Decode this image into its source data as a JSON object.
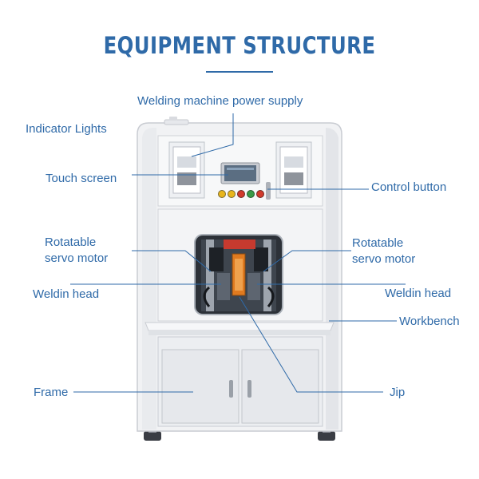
{
  "heading": {
    "title": "EQUIPMENT STRUCTURE"
  },
  "labels": {
    "power_supply": "Welding machine power supply",
    "indicator_lights": "Indicator Lights",
    "touch_screen": "Touch screen",
    "control_button": "Control button",
    "rotatable_left_line1": "Rotatable",
    "rotatable_left_line2": "servo motor",
    "rotatable_right_line1": "Rotatable",
    "rotatable_right_line2": "servo motor",
    "weldin_head_left": "Weldin head",
    "weldin_head_right": "Weldin head",
    "workbench": "Workbench",
    "frame": "Frame",
    "jip": "Jip"
  },
  "colors": {
    "accent": "#2f6aa8",
    "machine_body": "#f1f2f4",
    "machine_edge": "#c9ccd2",
    "button_yellow": "#e8b51c",
    "button_red": "#d13a2c",
    "button_green": "#3a9a47",
    "jig_orange": "#e07a1f"
  }
}
